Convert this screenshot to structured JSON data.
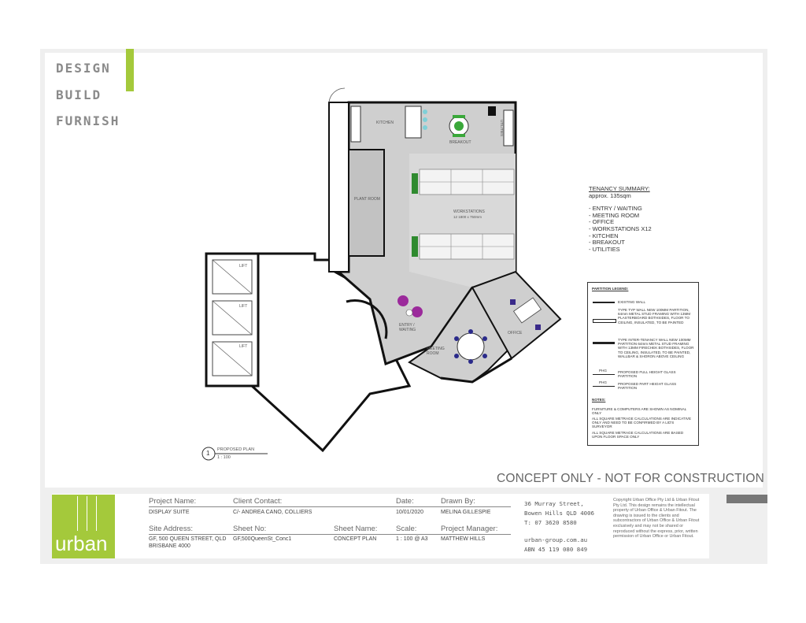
{
  "brand": {
    "line1": "DESIGN",
    "line2": "BUILD",
    "line3": "FURNISH",
    "accent_color": "#a4c93b"
  },
  "rooms": {
    "kitchen": "KITCHEN",
    "breakout": "BREAKOUT",
    "utilities": "UTILITIES",
    "plant_room": "PLANT ROOM",
    "workstations": "WORKSTATIONS",
    "workstations_size": "12 1800 x 750mm",
    "lift1": "LIFT",
    "lift2": "LIFT",
    "lift3": "LIFT",
    "entry": "ENTRY / WAITING",
    "meeting": "MEETING ROOM",
    "office": "OFFICE",
    "proposed_plan_num": "1",
    "proposed_plan": "PROPOSED PLAN",
    "proposed_scale": "1 : 100"
  },
  "tenancy": {
    "title": "TENANCY SUMMARY:",
    "area": "approx. 135sqm",
    "items": [
      "- ENTRY / WAITING",
      "- MEETING ROOM",
      "- OFFICE",
      "- WORKSTATIONS X12",
      "- KITCHEN",
      "- BREAKOUT",
      "- UTILITIES"
    ]
  },
  "legend": {
    "title": "PARTITION LEGEND:",
    "existing": "EXISTING WALL",
    "type_typ": "TYPE TYP WALL NEW 100MM PARTITION, 64mm METAL STUD FRAMING WITH 13MM PLASTERBOARD BOTHSIDES, FLOOR TO CEILING, INSULATED, TO BE PAINTED",
    "type_inter": "TYPE INTER-TENANCY WALL NEW 100MM PARTITION 64mm METAL STUD FRAMING WITH 13MM FIRECHEK BOTHSIDES, FLOOR TO CEILING, INSULATED, TO BE PAINTED, WALLBAR & SHORON ABOVE CEILING",
    "phg_tag": "PHG",
    "phg": "PROPOSED FULL HEIGHT GLASS PARTITION",
    "ph_tag": "PHG",
    "ph": "PROPOSED PART HEIGHT GLASS PARTITION",
    "notes_title": "NOTES:",
    "note1": "FURNITURE & COMPUTERS ARE SHOWN AS NOMINAL ONLY",
    "note2": "ALL SQUARE METRAGE CALCULATIONS ARE INDICATIVE ONLY AND NEED TO BE CONFIRMED BY A LID'S SURVEYOR",
    "note3": "ALL SQUARE METRAGE CALCULATIONS ARE BASED UPON FLOOR SPACE ONLY"
  },
  "concept": "CONCEPT ONLY - NOT FOR CONSTRUCTION",
  "titleblock": {
    "logo": "urban",
    "project_name_label": "Project Name:",
    "project_name": "DISPLAY SUITE",
    "client_contact_label": "Client Contact:",
    "client_contact": "C/- ANDREA CANO, COLLIERS",
    "date_label": "Date:",
    "date": "10/01/2020",
    "drawn_by_label": "Drawn By:",
    "drawn_by": "MELINA GILLESPIE",
    "site_address_label": "Site Address:",
    "site_address_1": "GF, 500 QUEEN STREET, QLD",
    "site_address_2": "BRISBANE 4000",
    "sheet_no_label": "Sheet No:",
    "sheet_no": "GF,500QueenSt_Conc1",
    "sheet_name_label": "Sheet Name:",
    "sheet_name": "CONCEPT PLAN",
    "scale_label": "Scale:",
    "scale": "1 : 100 @ A3",
    "pm_label": "Project Manager:",
    "pm": "MATTHEW HILLS",
    "addr1": "36 Murray Street,",
    "addr2": "Bowen Hills QLD 4006",
    "phone": "T: 07 3620 8580",
    "web": "urban-group.com.au",
    "abn": "ABN 45 119 080 849",
    "copyright": "Copyright Urban Office Pty Ltd & Urban Fitout Pty Ltd. This design remains the intellectual property of Urban Office & Urban Fitout. The drawing is issued to the clients and subcontractors of Urban Office & Urban Fitout exclusively and may not be shared or reproduced without the express, prior, written permission of Urban Office or Urban Fitout."
  }
}
